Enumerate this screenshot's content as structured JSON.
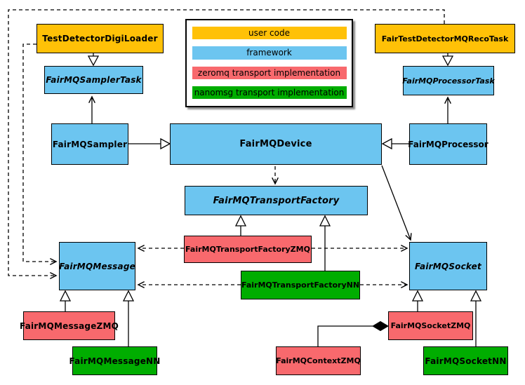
{
  "legend": {
    "items": [
      {
        "key": "user",
        "label": "user code",
        "color": "#FFC107"
      },
      {
        "key": "framework",
        "label": "framework",
        "color": "#6CC5F0"
      },
      {
        "key": "zeromq",
        "label": "zeromq transport implementation",
        "color": "#F8696D"
      },
      {
        "key": "nanomsg",
        "label": "nanomsg transport implementation",
        "color": "#00AD00"
      }
    ]
  },
  "nodes": {
    "testDetectorDigiLoader": {
      "label": "TestDetectorDigiLoader",
      "type": "user",
      "abstract": false
    },
    "fairTestDetectorMQRecoTask": {
      "label": "FairTestDetectorMQRecoTask",
      "type": "user",
      "abstract": false
    },
    "fairMQSamplerTask": {
      "label": "FairMQSamplerTask",
      "type": "framework",
      "abstract": true
    },
    "fairMQProcessorTask": {
      "label": "FairMQProcessorTask",
      "type": "framework",
      "abstract": true
    },
    "fairMQSampler": {
      "label": "FairMQSampler",
      "type": "framework",
      "abstract": false
    },
    "fairMQDevice": {
      "label": "FairMQDevice",
      "type": "framework",
      "abstract": false
    },
    "fairMQProcessor": {
      "label": "FairMQProcessor",
      "type": "framework",
      "abstract": false
    },
    "fairMQTransportFactory": {
      "label": "FairMQTransportFactory",
      "type": "framework",
      "abstract": true
    },
    "fairMQTransportFactoryZMQ": {
      "label": "FairMQTransportFactoryZMQ",
      "type": "zeromq",
      "abstract": false
    },
    "fairMQTransportFactoryNN": {
      "label": "FairMQTransportFactoryNN",
      "type": "nanomsg",
      "abstract": false
    },
    "fairMQMessage": {
      "label": "FairMQMessage",
      "type": "framework",
      "abstract": true
    },
    "fairMQSocket": {
      "label": "FairMQSocket",
      "type": "framework",
      "abstract": true
    },
    "fairMQMessageZMQ": {
      "label": "FairMQMessageZMQ",
      "type": "zeromq",
      "abstract": false
    },
    "fairMQMessageNN": {
      "label": "FairMQMessageNN",
      "type": "nanomsg",
      "abstract": false
    },
    "fairMQContextZMQ": {
      "label": "FairMQContextZMQ",
      "type": "zeromq",
      "abstract": false
    },
    "fairMQSocketZMQ": {
      "label": "FairMQSocketZMQ",
      "type": "zeromq",
      "abstract": false
    },
    "fairMQSocketNN": {
      "label": "FairMQSocketNN",
      "type": "nanomsg",
      "abstract": false
    }
  },
  "edges": [
    {
      "from": "testDetectorDigiLoader",
      "to": "fairMQSamplerTask",
      "kind": "inheritance"
    },
    {
      "from": "fairTestDetectorMQRecoTask",
      "to": "fairMQProcessorTask",
      "kind": "inheritance"
    },
    {
      "from": "fairMQSampler",
      "to": "fairMQDevice",
      "kind": "inheritance"
    },
    {
      "from": "fairMQProcessor",
      "to": "fairMQDevice",
      "kind": "inheritance"
    },
    {
      "from": "fairMQSampler",
      "to": "fairMQSamplerTask",
      "kind": "association"
    },
    {
      "from": "fairMQProcessor",
      "to": "fairMQProcessorTask",
      "kind": "association"
    },
    {
      "from": "fairMQDevice",
      "to": "fairMQTransportFactory",
      "kind": "dependency"
    },
    {
      "from": "fairMQDevice",
      "to": "fairMQSocket",
      "kind": "association"
    },
    {
      "from": "fairMQTransportFactoryZMQ",
      "to": "fairMQTransportFactory",
      "kind": "inheritance"
    },
    {
      "from": "fairMQTransportFactoryNN",
      "to": "fairMQTransportFactory",
      "kind": "inheritance"
    },
    {
      "from": "fairMQTransportFactoryZMQ",
      "to": "fairMQMessage",
      "kind": "dependency"
    },
    {
      "from": "fairMQTransportFactoryZMQ",
      "to": "fairMQSocket",
      "kind": "dependency"
    },
    {
      "from": "fairMQTransportFactoryNN",
      "to": "fairMQMessage",
      "kind": "dependency"
    },
    {
      "from": "fairMQTransportFactoryNN",
      "to": "fairMQSocket",
      "kind": "dependency"
    },
    {
      "from": "testDetectorDigiLoader",
      "to": "fairMQMessage",
      "kind": "dependency"
    },
    {
      "from": "fairTestDetectorMQRecoTask",
      "to": "fairMQMessage",
      "kind": "dependency"
    },
    {
      "from": "fairMQMessageZMQ",
      "to": "fairMQMessage",
      "kind": "inheritance"
    },
    {
      "from": "fairMQMessageNN",
      "to": "fairMQMessage",
      "kind": "inheritance"
    },
    {
      "from": "fairMQSocketZMQ",
      "to": "fairMQSocket",
      "kind": "inheritance"
    },
    {
      "from": "fairMQSocketNN",
      "to": "fairMQSocket",
      "kind": "inheritance"
    },
    {
      "from": "fairMQContextZMQ",
      "to": "fairMQSocketZMQ",
      "kind": "composition"
    }
  ]
}
